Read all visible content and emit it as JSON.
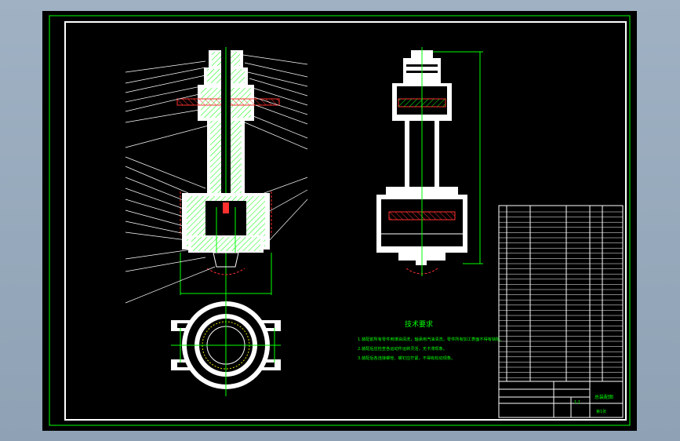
{
  "drawing": {
    "notes_title": "技术要求",
    "notes": [
      "1.装配前所有零件用煤油清洗，轴承用汽油清洗，零件所有加工表面不得有缺陷。",
      "2.装配后应检查各运动件运转灵活，无卡滞现象。",
      "3.装配后各连接螺栓、螺钉应拧紧，不得有松动现象。"
    ],
    "title_block": {
      "drawing_name": "总装配图",
      "scale": "1:1",
      "sheet": "第1张"
    },
    "colors": {
      "background": "#000000",
      "window": "#8fa2b5",
      "frame": "#00ff00",
      "hatch": "#00ff00",
      "outline": "#ffffff",
      "centerline": "#ff3030"
    }
  }
}
